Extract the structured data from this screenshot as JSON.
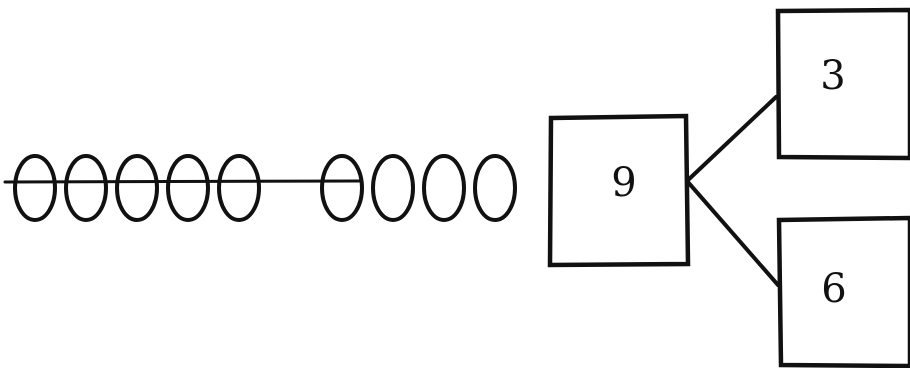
{
  "beads": {
    "crossed_group": {
      "count": 5,
      "strike": true
    },
    "middle_crossed": {
      "count": 1,
      "strike": true
    },
    "plain_group": {
      "count": 3,
      "strike": false
    }
  },
  "tree": {
    "root": {
      "label": "9"
    },
    "top": {
      "label": "3"
    },
    "bottom": {
      "label": "6"
    }
  },
  "colors": {
    "ink": "#111111",
    "background": "#ffffff"
  }
}
